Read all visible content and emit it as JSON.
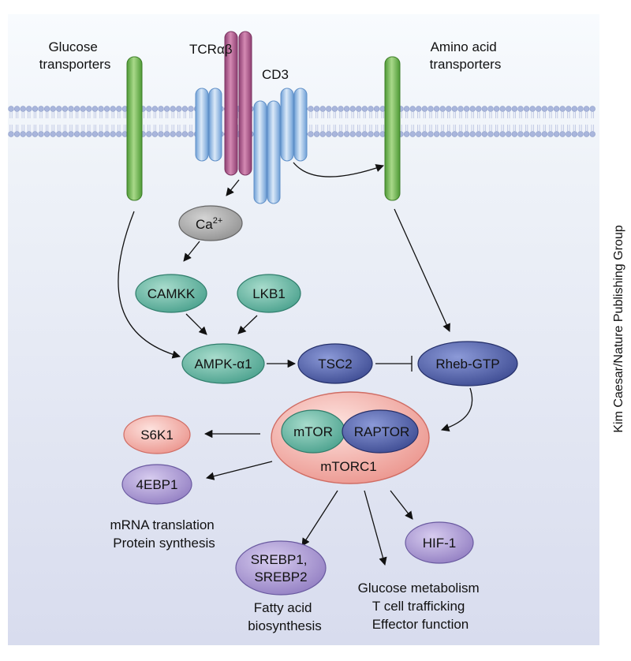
{
  "labels": {
    "glucose_transporters": [
      "Glucose",
      "transporters"
    ],
    "amino_acid_transporters": [
      "Amino acid",
      "transporters"
    ],
    "tcr": "TCRαβ",
    "cd3": "CD3",
    "mrna": [
      "mRNA translation",
      "Protein synthesis"
    ],
    "fatty_acid": [
      "Fatty acid",
      "biosynthesis"
    ],
    "glucose_metabolism": [
      "Glucose metabolism",
      "T cell trafficking",
      "Effector function"
    ]
  },
  "nodes": {
    "ca": "Ca",
    "ca_sup": "2+",
    "camkk": "CAMKK",
    "lkb1": "LKB1",
    "ampk": "AMPK-α1",
    "tsc2": "TSC2",
    "rheb": "Rheb-GTP",
    "mtor": "mTOR",
    "raptor": "RAPTOR",
    "mtorc1": "mTORC1",
    "s6k1": "S6K1",
    "ebp1": "4EBP1",
    "srebp": [
      "SREBP1,",
      "SREBP2"
    ],
    "hif1": "HIF-1"
  },
  "credit": "Kim Caesar/Nature Publishing Group",
  "colors": {
    "background_top": "#f7fafd",
    "background_bottom": "#dcdff0",
    "membrane": "#a9b6dc",
    "green_transporter": "#78b84d",
    "tcr_magenta": "#b1628f",
    "cd3_blue": "#a7c6ea",
    "ca_gray": "#9a9a9a",
    "teal_node": "#4ea89a",
    "navy_node": "#3b4a93",
    "salmon_node": "#f2a7a0",
    "purple_node": "#9c8ac8"
  }
}
